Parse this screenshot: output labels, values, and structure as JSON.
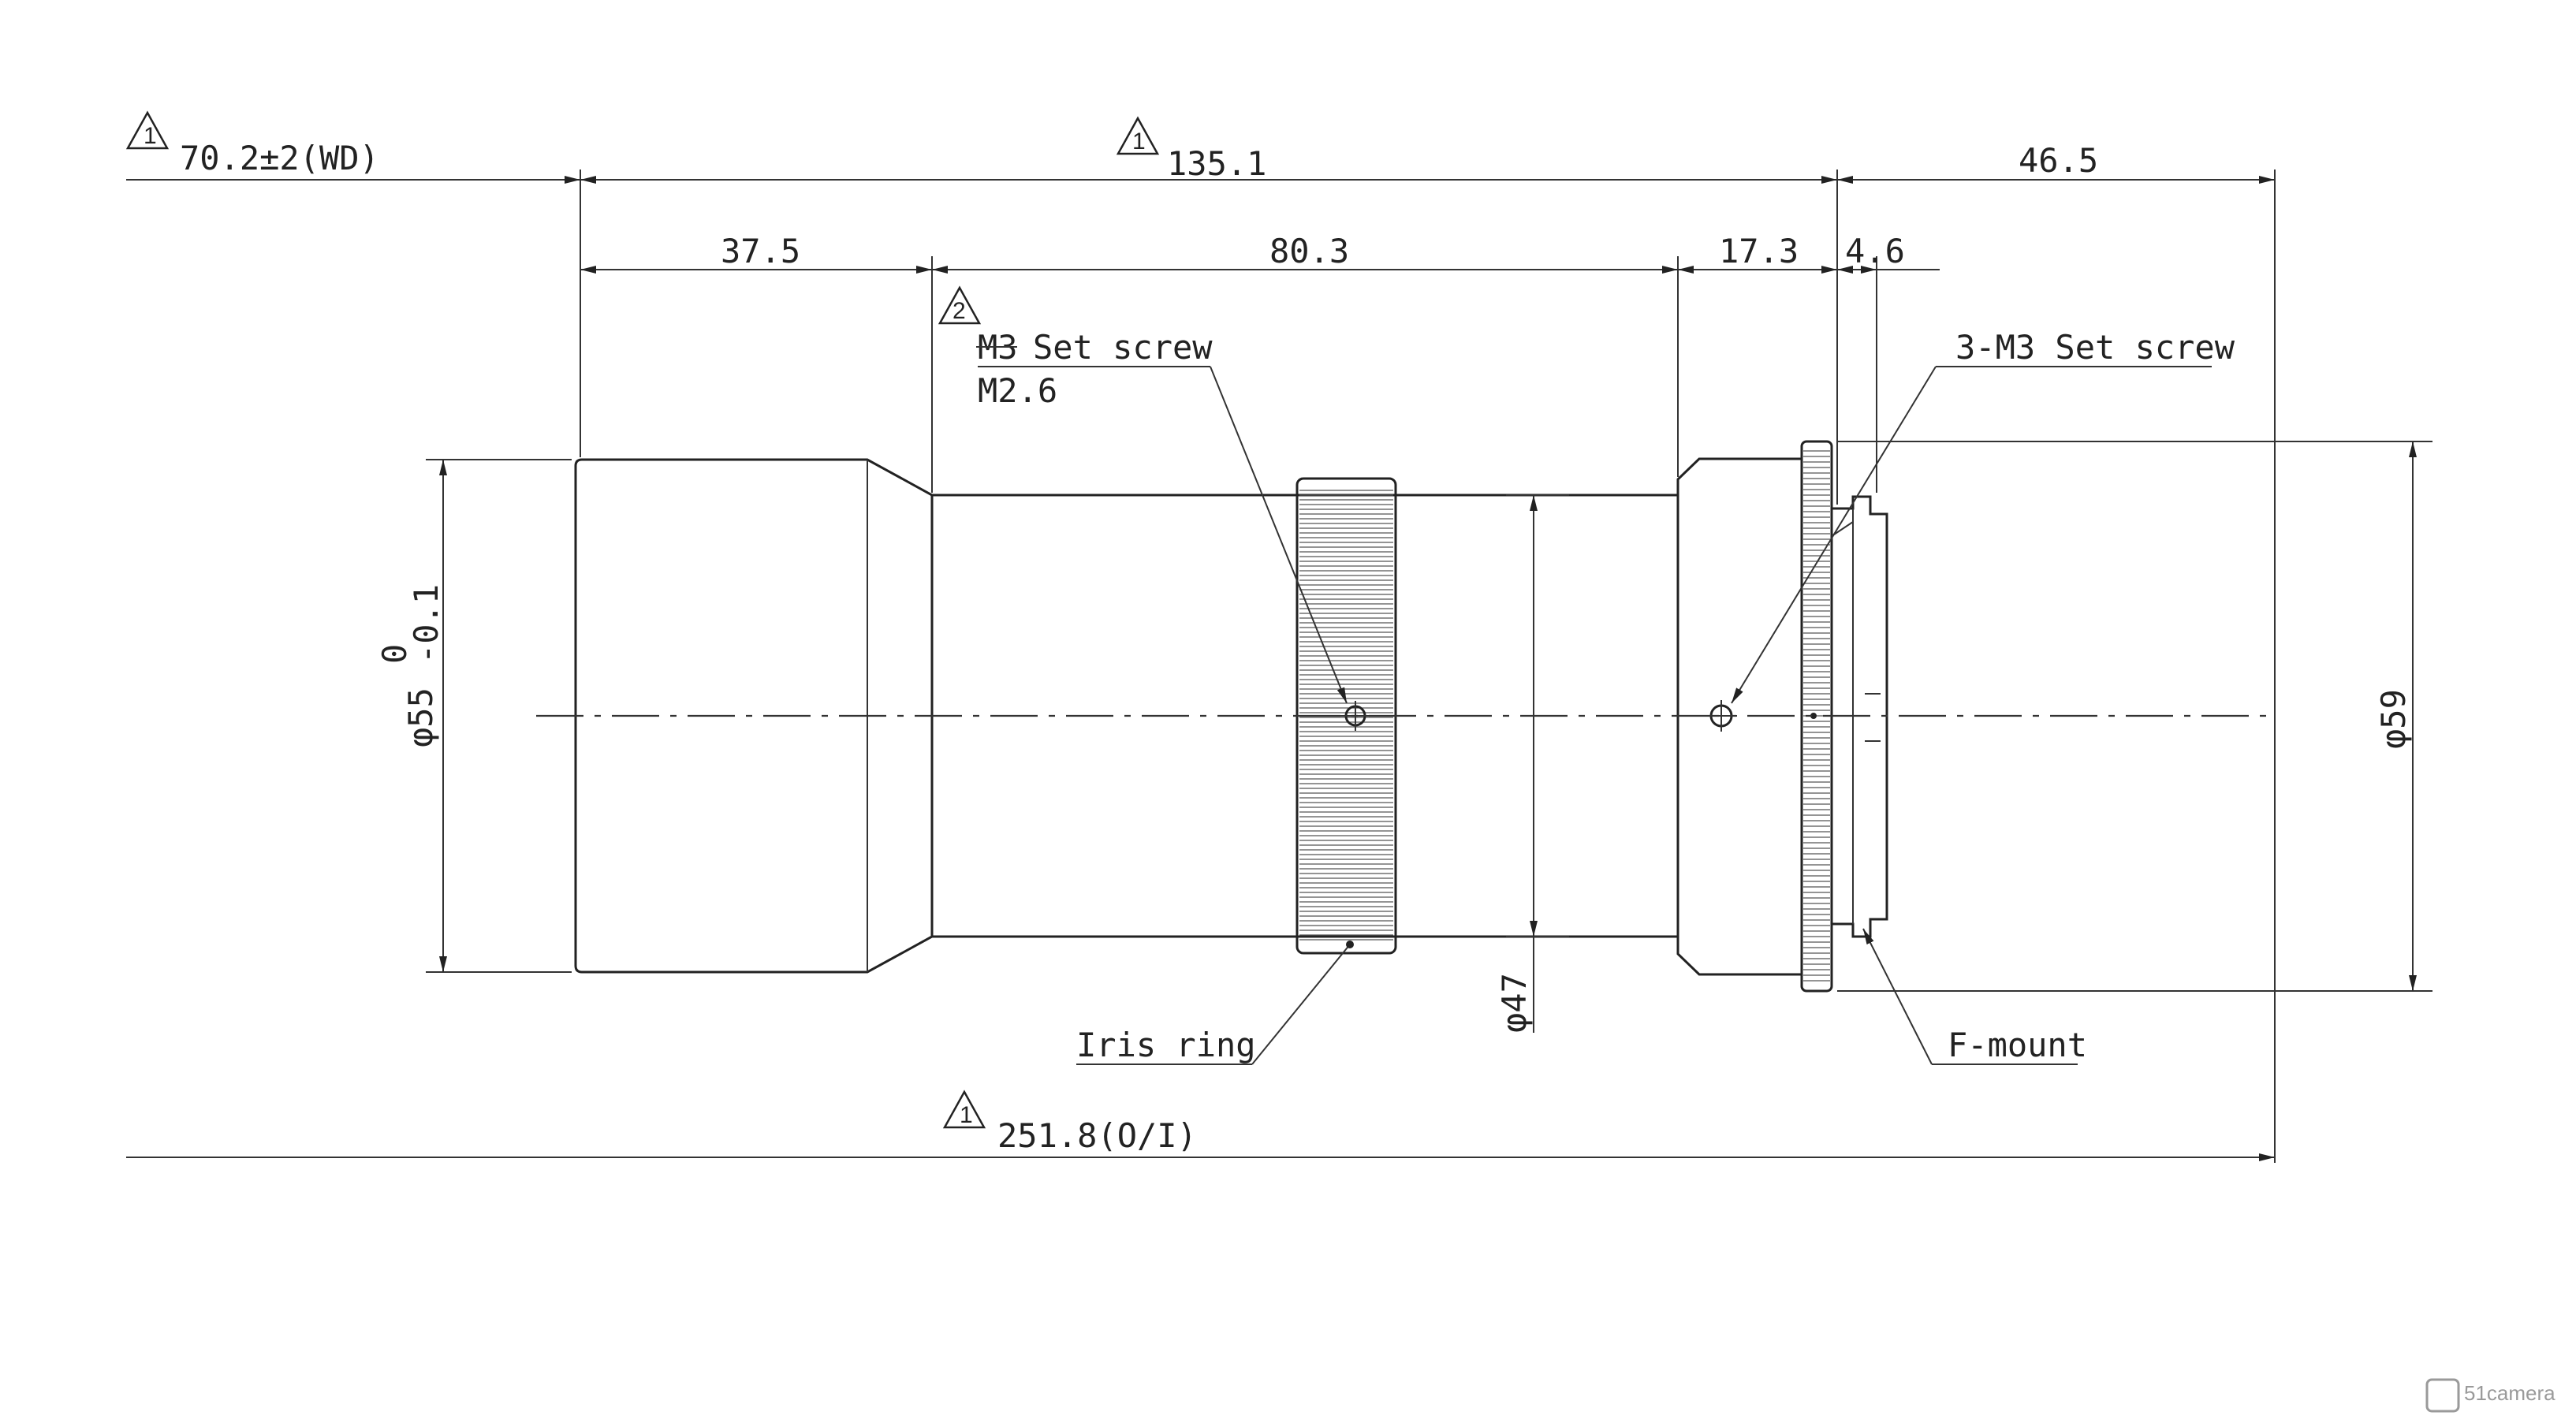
{
  "dimensions": {
    "wd": "70.2±2(WD)",
    "len_135": "135.1",
    "len_46": "46.5",
    "len_37": "37.5",
    "len_80": "80.3",
    "len_17": "17.3",
    "len_4": "4.6",
    "total": "251.8(O/I)",
    "dia55": "φ55",
    "dia55_tol_upper": "0",
    "dia55_tol_lower": "-0.1",
    "dia47": "φ47",
    "dia59": "φ59"
  },
  "revision_marks": {
    "rev1": "1",
    "rev2": "2"
  },
  "callouts": {
    "set_screw_old": "M3",
    "set_screw_suffix": "Set screw",
    "set_screw_new": "M2.6",
    "three_set_screw": "3-M3 Set screw",
    "iris_ring": "Iris ring",
    "f_mount": "F-mount"
  },
  "watermark": {
    "text": "51camera"
  }
}
